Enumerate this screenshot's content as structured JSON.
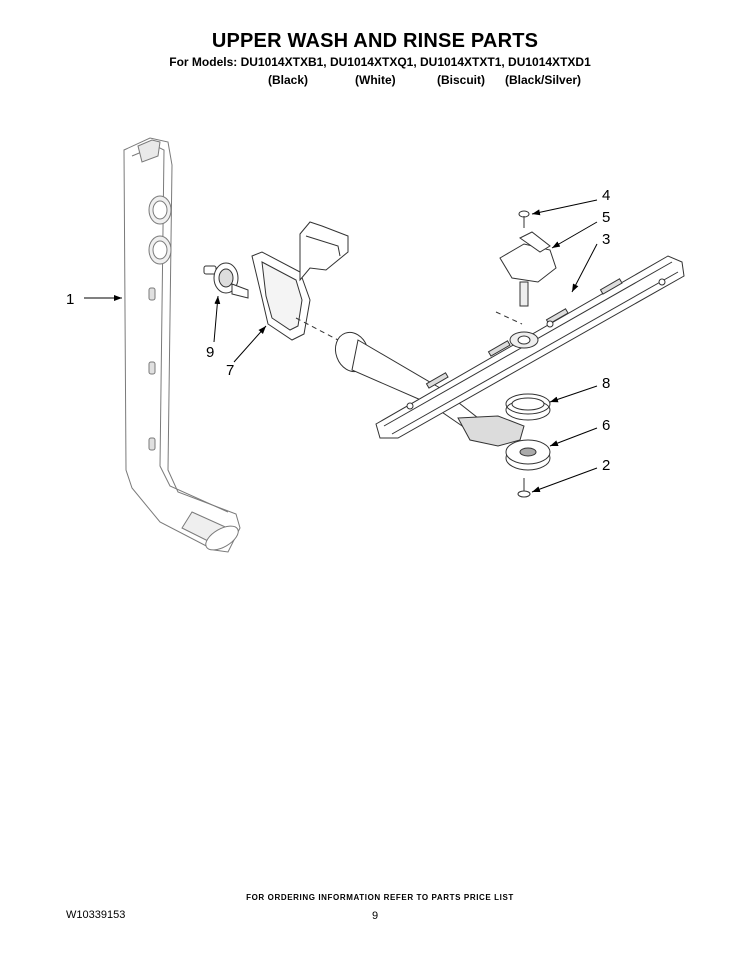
{
  "header": {
    "title": "UPPER WASH AND RINSE PARTS",
    "models_line": "For Models: DU1014XTXB1, DU1014XTXQ1, DU1014XTXT1, DU1014XTXD1",
    "colors": [
      "(Black)",
      "(White)",
      "(Biscuit)",
      "(Black/Silver)"
    ]
  },
  "diagram": {
    "callouts": [
      "1",
      "2",
      "3",
      "4",
      "5",
      "6",
      "7",
      "8",
      "9"
    ],
    "parts": {
      "p1": "vertical-duct",
      "p2": "screw",
      "p3": "upper-spray-arm",
      "p4": "screw",
      "p5": "spray-arm-mount",
      "p6": "spray-arm-hub",
      "p7": "bracket",
      "p8": "seal-ring",
      "p9": "nozzle"
    }
  },
  "footer": {
    "note": "FOR ORDERING INFORMATION REFER TO PARTS PRICE LIST",
    "doc_number": "W10339153",
    "page_number": "9"
  }
}
